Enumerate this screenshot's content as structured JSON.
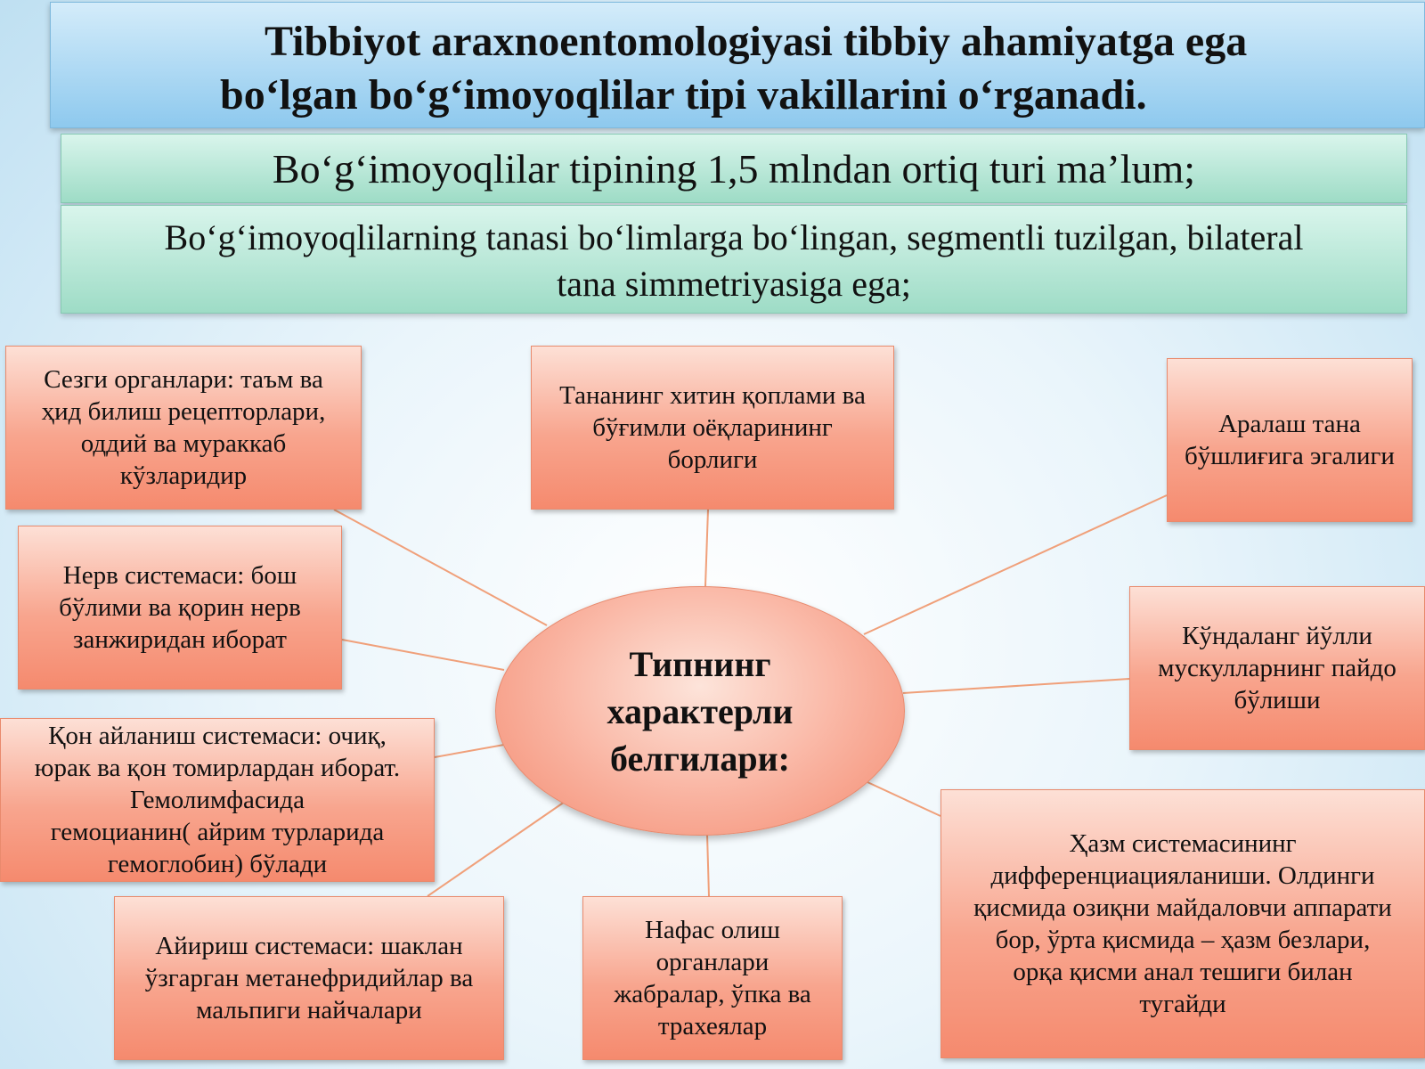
{
  "title": {
    "line1": "Tibbiyot araxnoentomologiyasi tibbiy ahamiyatga ega",
    "line2": "bo‘lgan bo‘g‘imoyoqlilar tipi vakillarini o‘rganadi."
  },
  "facts": {
    "species": "Bo‘g‘imoyoqlilar tipining 1,5 mlndan ortiq turi ma’lum;",
    "body_line1": "Bo‘g‘imoyoqlilarning tanasi bo‘limlarga bo‘lingan, segmentli tuzilgan, bilateral",
    "body_line2": "tana simmetriyasiga ega;"
  },
  "center": {
    "line1": "Типнинг",
    "line2": "характерли",
    "line3": "белгилари:"
  },
  "nodes": {
    "senses": [
      "Сезги органлари: таъм ва",
      "ҳид билиш рецепторлари,",
      "оддий ва мураккаб",
      "кўзларидир"
    ],
    "chitin": [
      "Тананинг хитин қоплами ва",
      "бўғимли оёқларининг",
      "борлиги"
    ],
    "cavity": [
      "Аралаш тана",
      "бўшлиғига эгалиги"
    ],
    "nervous": [
      "Нерв системаси: бош",
      "бўлими ва қорин нерв",
      "занжиридан иборат"
    ],
    "muscles": [
      "Кўндаланг йўлли",
      "мускулларнинг пайдо",
      "бўлиши"
    ],
    "circulation": [
      "Қон айланиш системаси: очиқ,",
      "юрак ва қон томирлардан иборат.",
      "Гемолимфасида",
      "гемоцианин( айрим турларида",
      "гемоглобин) бўлади"
    ],
    "digestion": [
      "Ҳазм системасининг",
      "дифференциацияланиши. Олдинги",
      "қисмида озиқни майдаловчи аппарати",
      "бор, ўрта қисмида – ҳазм безлари,",
      "орқа қисми анал тешиги билан",
      "тугайди"
    ],
    "excretion": [
      "Айириш системаси: шаклан",
      "ўзгарган метанефридийлар ва",
      "мальпиги найчалари"
    ],
    "respiration": [
      "Нафас олиш",
      "органлари",
      "жабралар, ўпка ва",
      "трахеялар"
    ]
  },
  "colors": {
    "node_fill": "#f8a58e",
    "line": "#f0a07a",
    "title_fill": "#8ec9ee",
    "green_fill": "#9edcc6"
  }
}
